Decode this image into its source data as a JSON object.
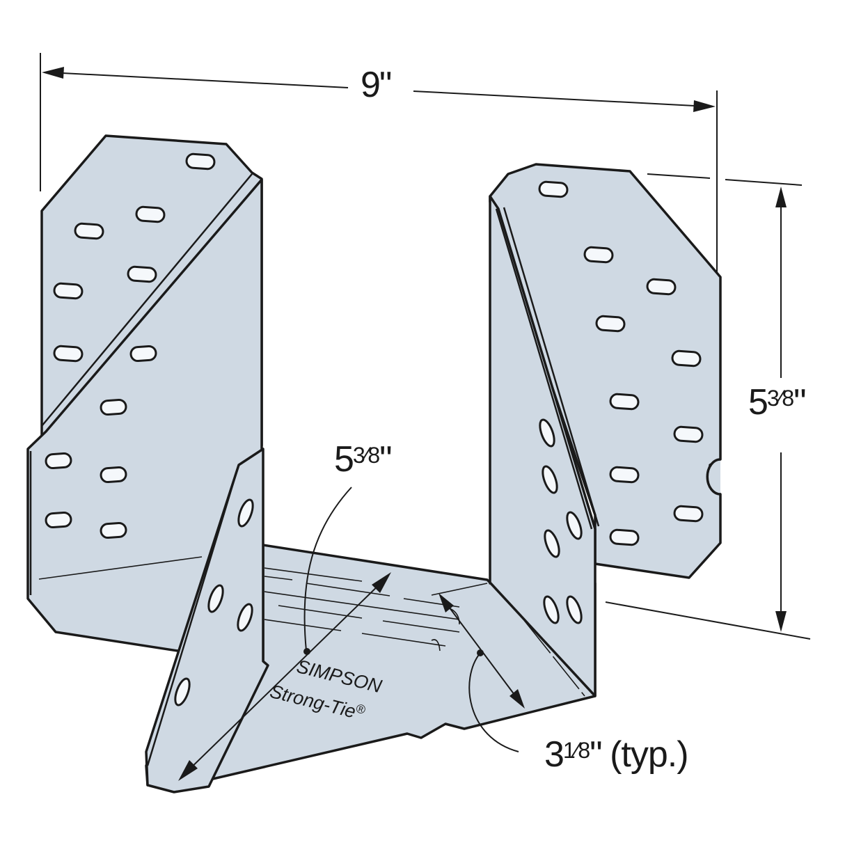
{
  "diagram": {
    "subject": "Face-mount hanger bracket (U-shaped, with skewed side flanges)",
    "colors": {
      "metal": "#cfd9e3",
      "outline": "#1a1a1a",
      "background": "#ffffff"
    },
    "dimensions": {
      "overall_width": {
        "whole": "9",
        "fraction": "",
        "unit": "\""
      },
      "height": {
        "whole": "5",
        "fraction": "3⁄8",
        "unit": "\""
      },
      "seat_length": {
        "whole": "5",
        "fraction": "3⁄8",
        "unit": "\""
      },
      "seat_width": {
        "whole": "3",
        "fraction": "1⁄8",
        "unit": "\"",
        "note": "(typ.)"
      }
    },
    "branding": {
      "line1": "SIMPSON",
      "line2": "Strong-Tie",
      "mark": "®"
    }
  }
}
